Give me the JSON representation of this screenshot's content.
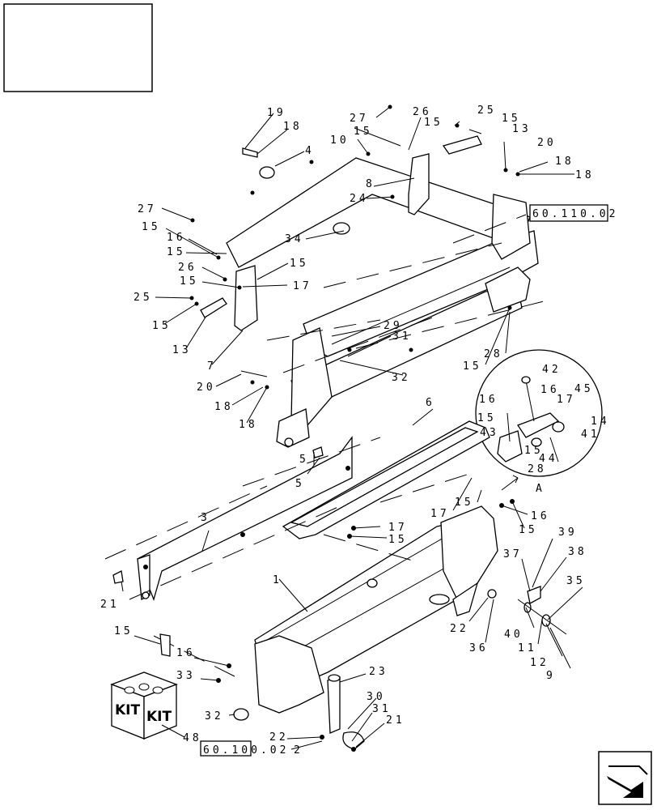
{
  "references": {
    "top_ref": "60.110.02",
    "bottom_ref": "60.100.02"
  },
  "kit": {
    "label_left": "KIT",
    "label_right": "KIT"
  },
  "detail_label": "A",
  "callouts": [
    "19",
    "18",
    "4",
    "27",
    "15",
    "10",
    "26",
    "15",
    "25",
    "15",
    "13",
    "20",
    "18",
    "18",
    "8",
    "24",
    "27",
    "15",
    "16",
    "15",
    "34",
    "26",
    "15",
    "15",
    "17",
    "25",
    "15",
    "13",
    "7",
    "29",
    "31",
    "32",
    "20",
    "18",
    "18",
    "28",
    "15",
    "42",
    "16",
    "16",
    "17",
    "45",
    "15",
    "14",
    "43",
    "41",
    "15",
    "44",
    "28",
    "6",
    "5",
    "3",
    "5",
    "17",
    "15",
    "16",
    "15",
    "17",
    "15",
    "1",
    "39",
    "37",
    "38",
    "35",
    "21",
    "22",
    "36",
    "40",
    "11",
    "12",
    "9",
    "15",
    "16",
    "33",
    "23",
    "32",
    "30",
    "31",
    "21",
    "22",
    "2",
    "48"
  ],
  "colors": {
    "line": "#000000",
    "background": "#ffffff"
  }
}
